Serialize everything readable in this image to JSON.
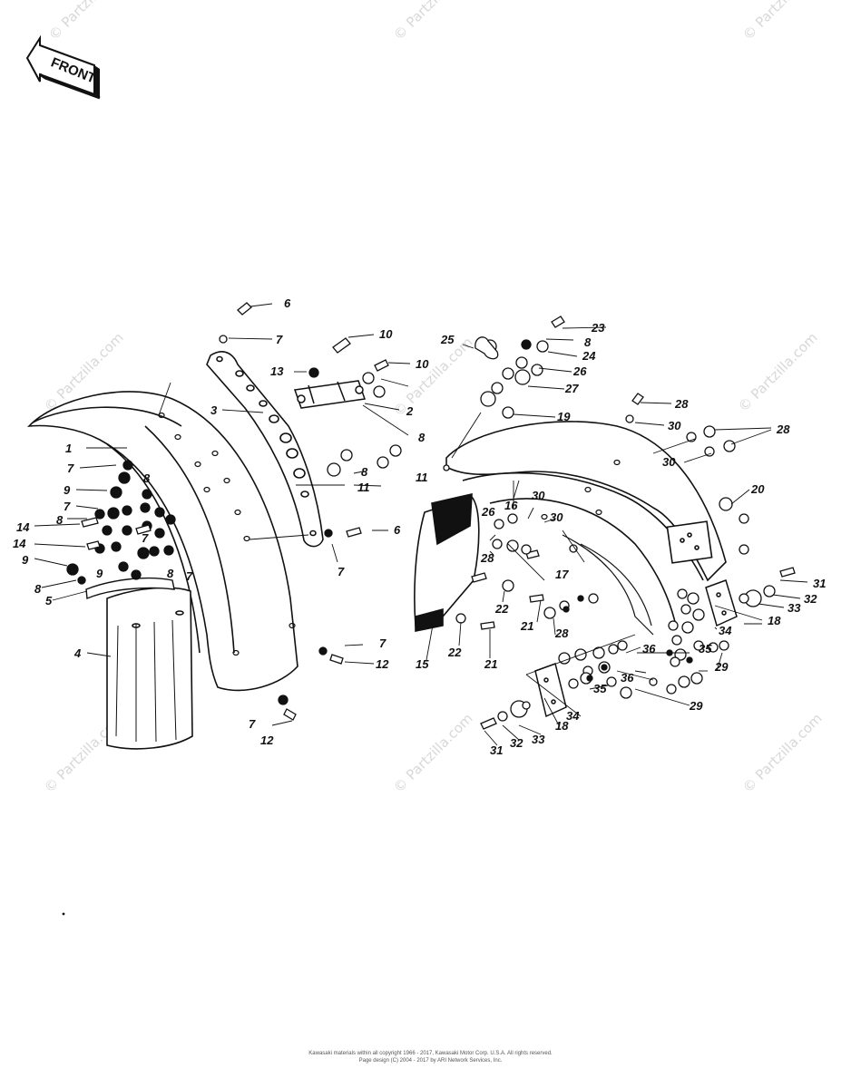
{
  "front_badge": "FRONT",
  "watermark": "© Partzilla.com",
  "callouts": [
    "1",
    "2",
    "3",
    "4",
    "5",
    "6",
    "7",
    "8",
    "9",
    "10",
    "11",
    "12",
    "13",
    "14",
    "15",
    "16",
    "17",
    "18",
    "19",
    "20",
    "21",
    "22",
    "23",
    "24",
    "25",
    "26",
    "27",
    "28",
    "29",
    "30",
    "31",
    "32",
    "33",
    "34",
    "35",
    "36"
  ],
  "footer": {
    "line1": "Kawasaki materials within all copyright 1966 - 2017, Kawasaki Motor Corp. U.S.A. All rights reserved.",
    "line2": "Page design (C) 2004 - 2017 by ARI Network Services, Inc."
  },
  "colors": {
    "ink": "#111111",
    "paper": "#ffffff",
    "watermark": "#d8d8d8"
  }
}
